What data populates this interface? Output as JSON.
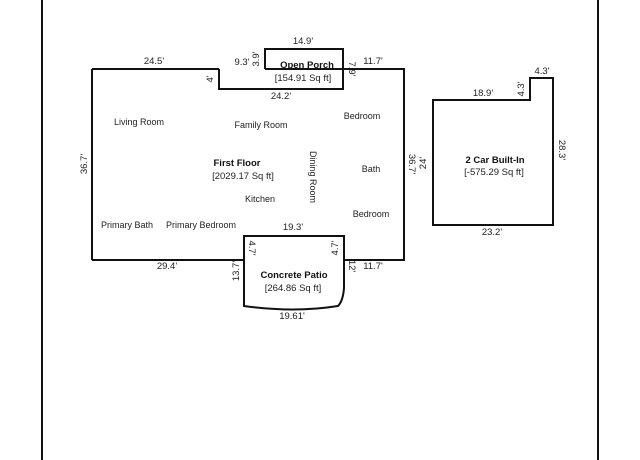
{
  "areas": {
    "first_floor": {
      "name": "First Floor",
      "area": "[2029.17 Sq ft]"
    },
    "open_porch": {
      "name": "Open Porch",
      "area": "[154.91 Sq ft]"
    },
    "concrete_patio": {
      "name": "Concrete Patio",
      "area": "[264.86 Sq ft]"
    },
    "garage": {
      "name": "2 Car Built-In",
      "area": "[-575.29 Sq ft]"
    }
  },
  "rooms": {
    "living_room": "Living Room",
    "family_room": "Family Room",
    "bedroom_top": "Bedroom",
    "dining_room": "Dining Room",
    "bath": "Bath",
    "kitchen": "Kitchen",
    "bedroom_bottom": "Bedroom",
    "primary_bath": "Primary Bath",
    "primary_bedroom": "Primary Bedroom"
  },
  "dimensions": {
    "top_left": "24.5'",
    "porch_left_seg": "9.3'",
    "porch_top": "14.9'",
    "porch_left_side": "3.9'",
    "porch_inner_left": "4'",
    "porch_bottom": "24.2'",
    "porch_right_side": "7.9'",
    "top_right": "11.7'",
    "left_side": "36.7'",
    "right_side": "36.7'",
    "patio_inner_top": "19.3'",
    "patio_left_inner": "4.7'",
    "patio_right_inner": "4.7'",
    "bottom_left": "29.4'",
    "patio_left_side": "13.7'",
    "patio_right_side": "12'",
    "bottom_right": "11.7'",
    "patio_bottom": "19.61'",
    "garage_top": "18.9'",
    "garage_notch_side": "4.3'",
    "garage_notch_top": "4.3'",
    "garage_left": "24'",
    "garage_right": "28.3'",
    "garage_bottom": "23.2'"
  }
}
